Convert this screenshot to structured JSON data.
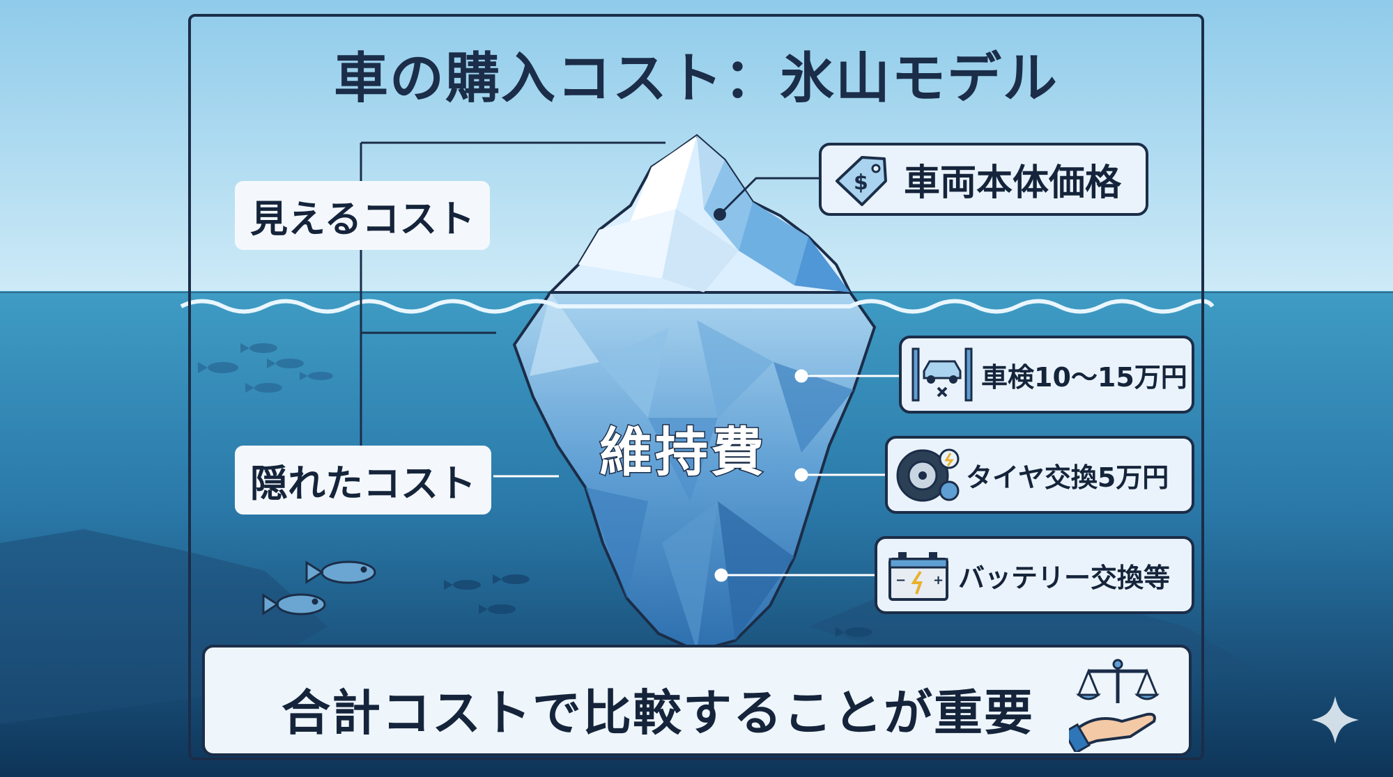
{
  "title": "車の購入コスト：氷山モデル",
  "visible_label": "見えるコスト",
  "hidden_label": "隠れたコスト",
  "iceberg_center": "維持費",
  "items": {
    "price": "車両本体価格",
    "inspection": "車検10〜15万円",
    "tire": "タイヤ交換5万円",
    "battery": "バッテリー交換等"
  },
  "conclusion": "合計コストで比較することが重要",
  "colors": {
    "sky_top": "#b9e0f3",
    "sea_top": "#3f9cc4",
    "sea_bottom": "#0e3458",
    "outline": "#1b2d48",
    "ice_light": "#e9f4fb",
    "ice_mid": "#8cc1e6",
    "ice_deep": "#2f76b8"
  },
  "icons": [
    "price-tag-icon",
    "car-lift-icon",
    "tire-icon",
    "battery-icon",
    "scale-icon",
    "hand-icon",
    "sparkle-icon",
    "fish-icon"
  ]
}
